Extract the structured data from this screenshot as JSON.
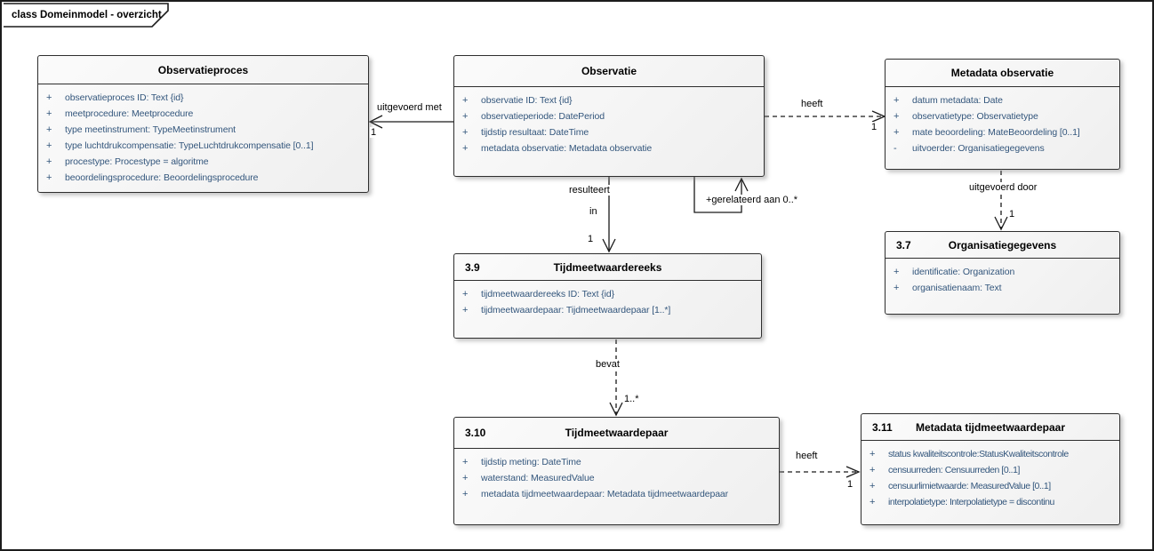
{
  "frame": {
    "title": "class Domeinmodel - overzicht"
  },
  "colors": {
    "attribute_text": "#33567c",
    "box_border": "#2e2e2e",
    "box_fill": "#f4f4f4",
    "connector": "#1a1a1a"
  },
  "classes": {
    "observatieproces": {
      "number": "",
      "title": "Observatieproces",
      "attributes": [
        {
          "m": "+",
          "t": "observatieproces ID: Text {id}"
        },
        {
          "m": "+",
          "t": "meetprocedure: Meetprocedure"
        },
        {
          "m": "+",
          "t": "type meetinstrument: TypeMeetinstrument"
        },
        {
          "m": "+",
          "t": "type luchtdrukcompensatie: TypeLuchtdrukcompensatie [0..1]"
        },
        {
          "m": "+",
          "t": "procestype: Procestype = algoritme"
        },
        {
          "m": "+",
          "t": "beoordelingsprocedure: Beoordelingsprocedure"
        }
      ]
    },
    "observatie": {
      "number": "",
      "title": "Observatie",
      "attributes": [
        {
          "m": "+",
          "t": "observatie ID: Text {id}"
        },
        {
          "m": "+",
          "t": "observatieperiode: DatePeriod"
        },
        {
          "m": "+",
          "t": "tijdstip resultaat: DateTime"
        },
        {
          "m": "+",
          "t": "metadata observatie: Metadata observatie"
        }
      ]
    },
    "metadata_observatie": {
      "number": "",
      "title": "Metadata observatie",
      "attributes": [
        {
          "m": "+",
          "t": "datum metadata: Date"
        },
        {
          "m": "+",
          "t": "observatietype: Observatietype"
        },
        {
          "m": "+",
          "t": "mate beoordeling: MateBeoordeling [0..1]"
        },
        {
          "m": "-",
          "t": "uitvoerder: Organisatiegegevens"
        }
      ]
    },
    "organisatiegegevens": {
      "number": "3.7",
      "title": "Organisatiegegevens",
      "attributes": [
        {
          "m": "+",
          "t": "identificatie: Organization"
        },
        {
          "m": "+",
          "t": "organisatienaam: Text"
        }
      ]
    },
    "tijdmeetwaardereeks": {
      "number": "3.9",
      "title": "Tijdmeetwaardereeks",
      "attributes": [
        {
          "m": "+",
          "t": "tijdmeetwaardereeks ID: Text {id}"
        },
        {
          "m": "+",
          "t": "tijdmeetwaardepaar: Tijdmeetwaardepaar [1..*]"
        }
      ]
    },
    "tijdmeetwaardepaar": {
      "number": "3.10",
      "title": "Tijdmeetwaardepaar",
      "attributes": [
        {
          "m": "+",
          "t": "tijdstip meting: DateTime"
        },
        {
          "m": "+",
          "t": "waterstand: MeasuredValue"
        },
        {
          "m": "+",
          "t": "metadata tijdmeetwaardepaar: Metadata tijdmeetwaardepaar"
        }
      ]
    },
    "metadata_tijdmeetwaardepaar": {
      "number": "3.11",
      "title": "Metadata tijdmeetwaardepaar",
      "attributes": [
        {
          "m": "+",
          "t": "status kwaliteitscontrole:StatusKwaliteitscontrole"
        },
        {
          "m": "+",
          "t": "censuurreden: Censuurreden [0..1]"
        },
        {
          "m": "+",
          "t": "censuurlimietwaarde: MeasuredValue [0..1]"
        },
        {
          "m": "+",
          "t": "interpolatietype: Interpolatietype = discontinu"
        }
      ]
    }
  },
  "connectors": {
    "uitgevoerd_met": {
      "label": "uitgevoerd met",
      "multiplicity": "1"
    },
    "heeft_metadata_observatie": {
      "label": "heeft",
      "multiplicity": "1"
    },
    "resulteert_in": {
      "line1": "resulteert",
      "line2": "in",
      "multiplicity": "1"
    },
    "gerelateerd_aan": {
      "label": "+gerelateerd aan 0..*"
    },
    "uitgevoerd_door": {
      "label": "uitgevoerd door",
      "multiplicity": "1"
    },
    "bevat": {
      "label": "bevat",
      "multiplicity": "1..*"
    },
    "heeft_metadata_tijdmeetwaardepaar": {
      "label": "heeft",
      "multiplicity": "1"
    }
  }
}
